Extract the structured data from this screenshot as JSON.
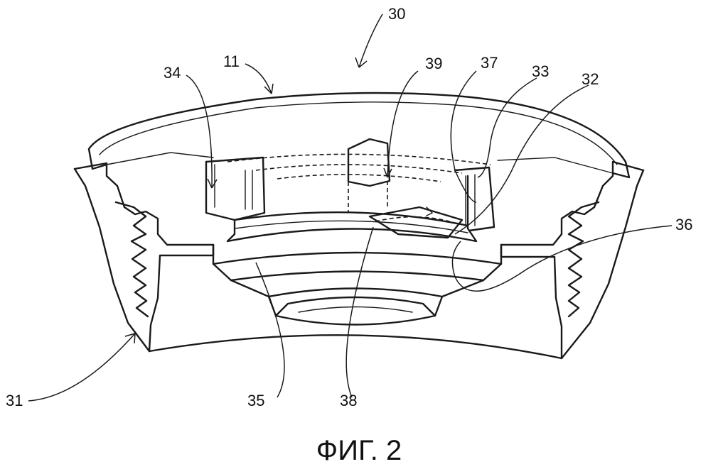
{
  "figure": {
    "caption": "ФИГ. 2",
    "labels": {
      "n30": "30",
      "n11": "11",
      "n34": "34",
      "n39": "39",
      "n37": "37",
      "n33": "33",
      "n32": "32",
      "n36": "36",
      "n31": "31",
      "n35": "35",
      "n38": "38"
    }
  }
}
